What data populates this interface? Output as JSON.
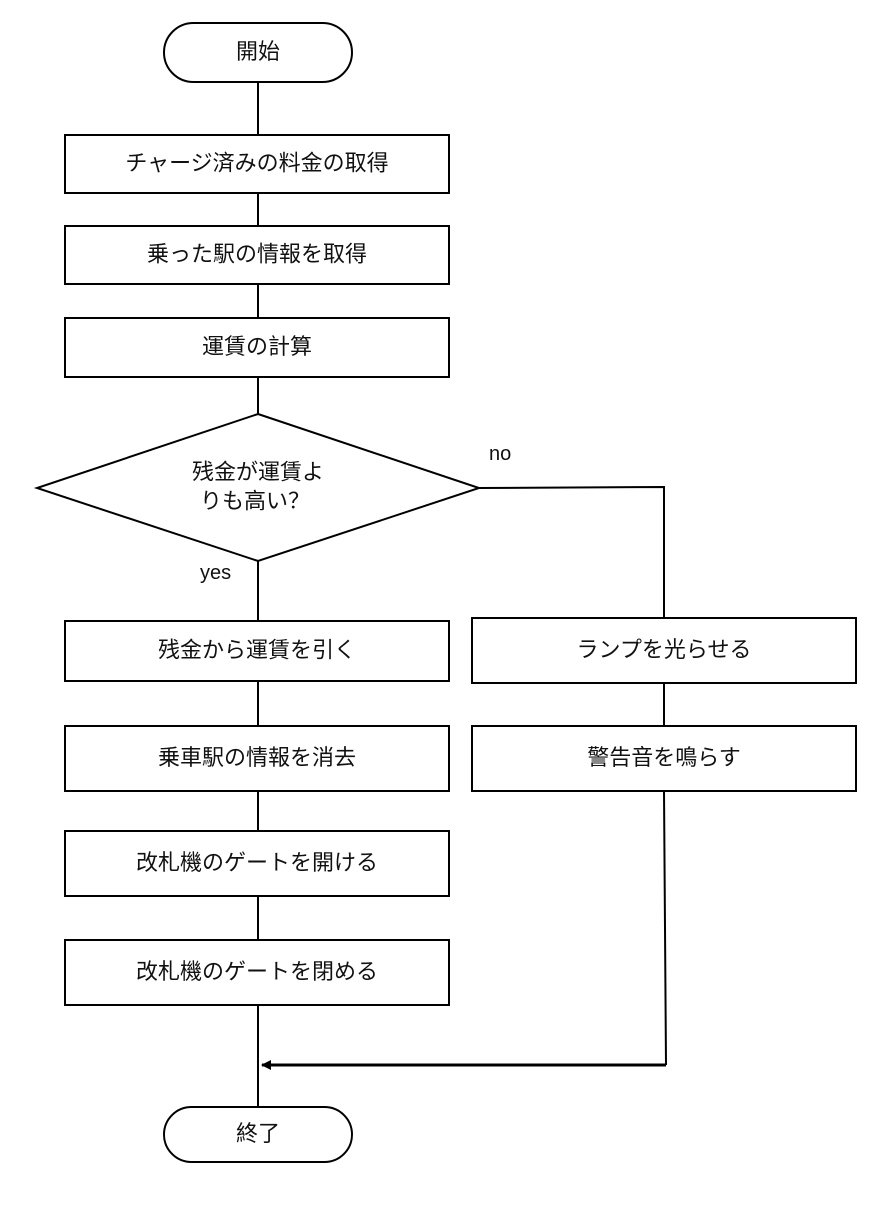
{
  "start": {
    "label": "開始"
  },
  "steps": {
    "get_balance": "チャージ済みの料金の取得",
    "get_boarding_station": "乗った駅の情報を取得",
    "calculate_fare": "運賃の計算"
  },
  "decision": {
    "line1": "残金が運賃よ",
    "line2": "りも高い？",
    "yes_label": "yes",
    "no_label": "no"
  },
  "yes_branch": {
    "deduct_fare": "残金から運賃を引く",
    "clear_station": "乗車駅の情報を消去",
    "open_gate": "改札機のゲートを開ける",
    "close_gate": "改札機のゲートを閉める"
  },
  "no_branch": {
    "flash_lamp": "ランプを光らせる",
    "sound_alarm": "警告音を鳴らす"
  },
  "end": {
    "label": "終了"
  }
}
